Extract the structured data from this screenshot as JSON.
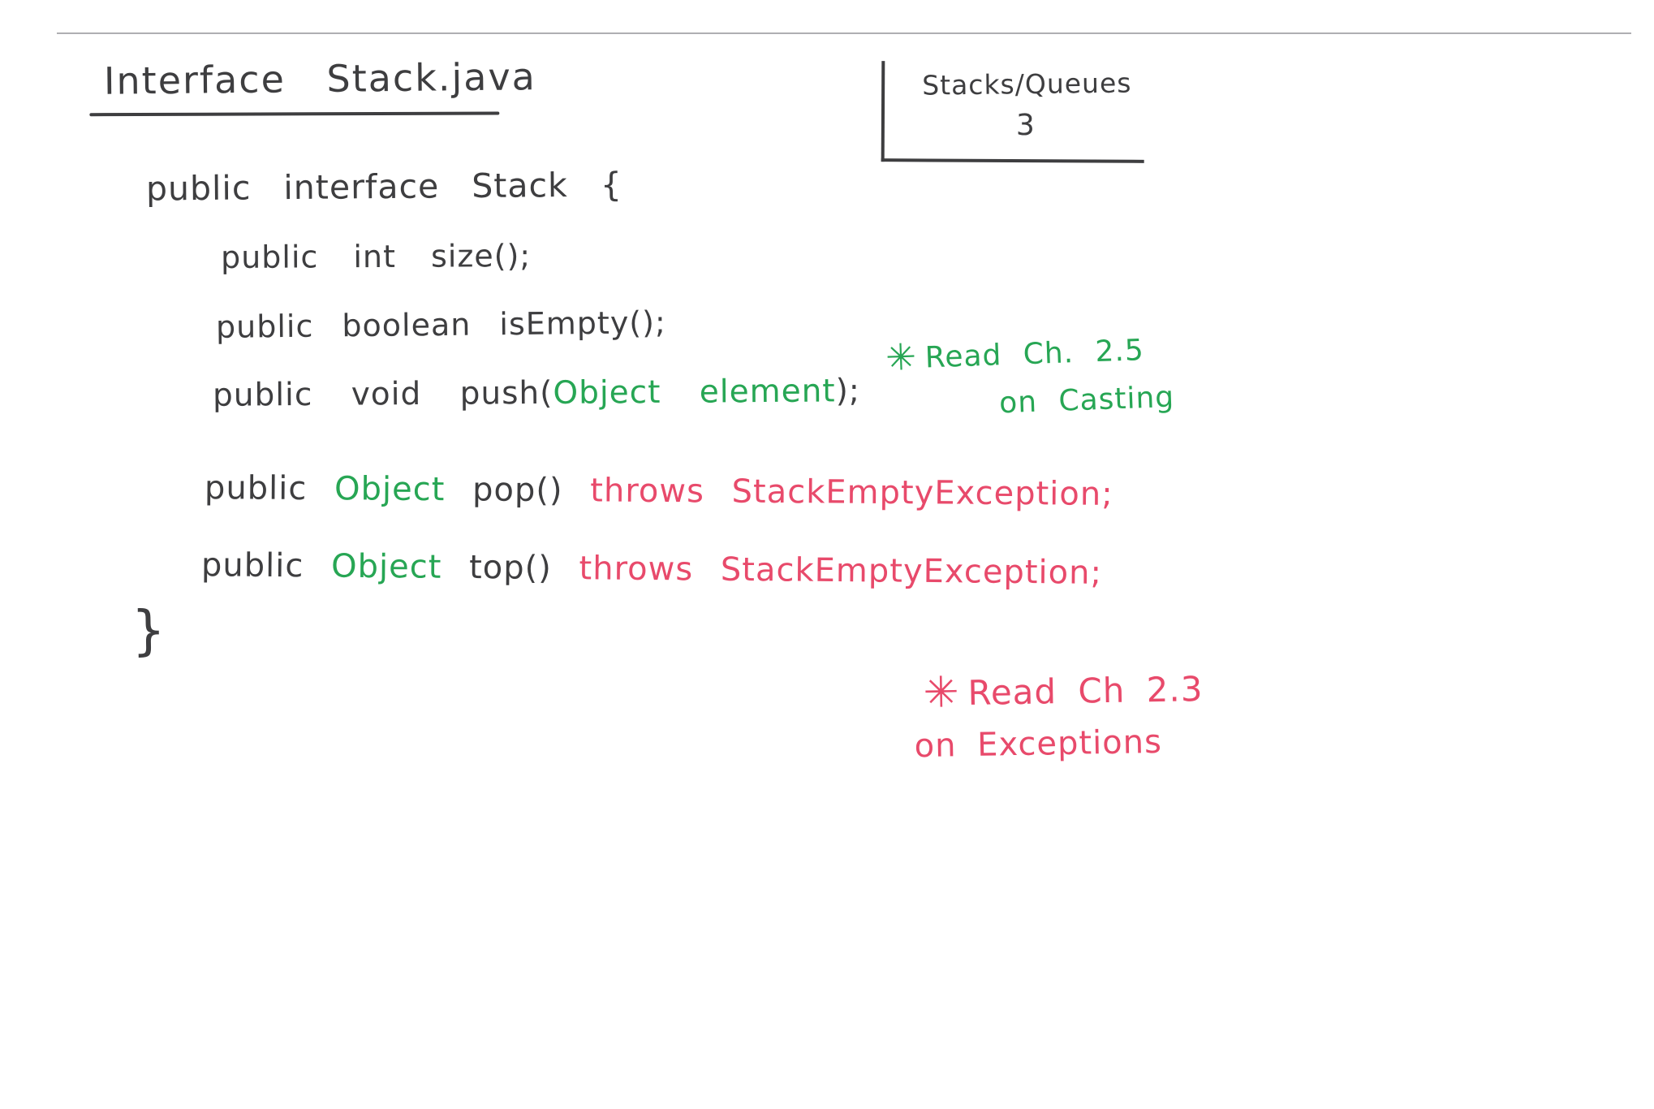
{
  "colors": {
    "ink": "#3e3e40",
    "green": "#27a654",
    "red": "#e84a6b",
    "rule": "#9b9b9f"
  },
  "header": {
    "title": "Interface Stack.java",
    "corner": {
      "course": "Stacks/Queues",
      "page": "3"
    }
  },
  "code": {
    "lines": [
      {
        "segments": [
          {
            "text": "public interface Stack {",
            "color": "ink"
          }
        ]
      },
      {
        "segments": [
          {
            "text": "public int size();",
            "color": "ink"
          }
        ]
      },
      {
        "segments": [
          {
            "text": "public boolean isEmpty();",
            "color": "ink"
          }
        ]
      },
      {
        "segments": [
          {
            "text": "public void push(",
            "color": "ink"
          },
          {
            "text": "Object element",
            "color": "green"
          },
          {
            "text": ");",
            "color": "ink"
          }
        ]
      },
      {
        "segments": [
          {
            "text": "public ",
            "color": "ink"
          },
          {
            "text": "Object",
            "color": "green"
          },
          {
            "text": " pop() ",
            "color": "ink"
          },
          {
            "text": "throws StackEmptyException;",
            "color": "red"
          }
        ]
      },
      {
        "segments": [
          {
            "text": "public ",
            "color": "ink"
          },
          {
            "text": "Object",
            "color": "green"
          },
          {
            "text": " top() ",
            "color": "ink"
          },
          {
            "text": "throws StackEmptyException;",
            "color": "red"
          }
        ]
      },
      {
        "segments": [
          {
            "text": "}",
            "color": "ink"
          }
        ]
      }
    ]
  },
  "notes": {
    "casting": {
      "star": "✳",
      "text1": "Read Ch. 2.5",
      "text2": "on Casting",
      "color": "green"
    },
    "exceptions": {
      "star": "✳",
      "text1": "Read Ch 2.3",
      "text2": "on Exceptions",
      "color": "red"
    }
  }
}
